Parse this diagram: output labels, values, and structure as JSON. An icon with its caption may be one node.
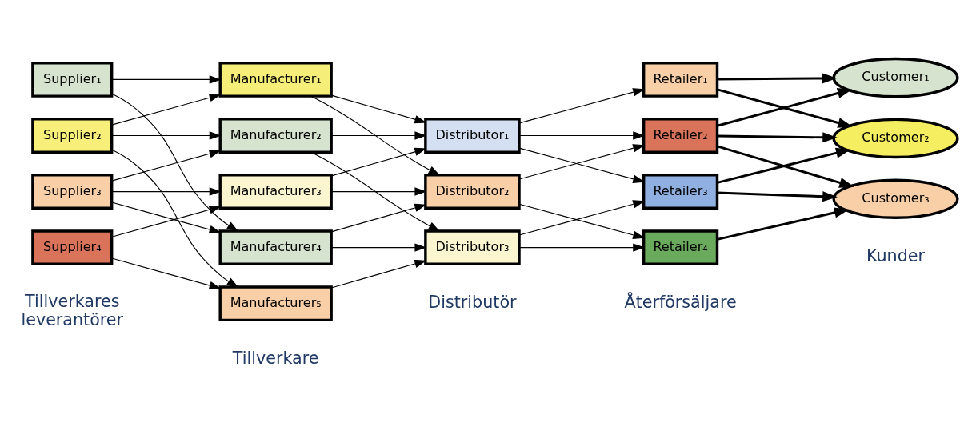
{
  "diagram": {
    "nodes": [
      {
        "text": [
          "Supplier₁"
        ]
      },
      {
        "text": [
          "Supplier₂"
        ]
      },
      {
        "text": [
          "Supplier₃"
        ]
      },
      {
        "text": [
          "Supplier₄"
        ]
      },
      {
        "text": [
          "Manufacturer₁"
        ]
      },
      {
        "text": [
          "Manufacturer₂"
        ]
      },
      {
        "text": [
          "Manufacturer₃"
        ]
      },
      {
        "text": [
          "Manufacturer₄"
        ]
      },
      {
        "text": [
          "Manufacturer₅"
        ]
      },
      {
        "text": [
          "Distributor₁"
        ]
      },
      {
        "text": [
          "Distributor₂"
        ]
      },
      {
        "text": [
          "Distributor₃"
        ]
      },
      {
        "text": [
          "Retailer₁"
        ]
      },
      {
        "text": [
          "Retailer₂"
        ]
      },
      {
        "text": [
          "Retailer₃"
        ]
      },
      {
        "text": [
          "Retailer₄"
        ]
      },
      {
        "text": [
          "Customer₁"
        ]
      },
      {
        "text": [
          "Customer₂"
        ]
      },
      {
        "text": [
          "Customer₃"
        ]
      }
    ],
    "edges": [
      {
        "from": 0,
        "to": 4,
        "arrow": "to"
      },
      {
        "from": 0,
        "to": 7,
        "arrow": "to"
      },
      {
        "from": 1,
        "to": 4,
        "arrow": "to"
      },
      {
        "from": 1,
        "to": 5,
        "arrow": "to"
      },
      {
        "from": 1,
        "to": 8,
        "arrow": "to"
      },
      {
        "from": 2,
        "to": 5,
        "arrow": "to"
      },
      {
        "from": 2,
        "to": 6,
        "arrow": "to"
      },
      {
        "from": 2,
        "to": 7,
        "arrow": "to"
      },
      {
        "from": 3,
        "to": 6,
        "arrow": "to"
      },
      {
        "from": 3,
        "to": 8,
        "arrow": "to"
      },
      {
        "from": 4,
        "to": 9,
        "arrow": "to"
      },
      {
        "from": 4,
        "to": 10,
        "arrow": "to"
      },
      {
        "from": 5,
        "to": 9,
        "arrow": "to"
      },
      {
        "from": 5,
        "to": 11,
        "arrow": "to"
      },
      {
        "from": 6,
        "to": 9,
        "arrow": "to"
      },
      {
        "from": 6,
        "to": 10,
        "arrow": "to"
      },
      {
        "from": 7,
        "to": 10,
        "arrow": "to"
      },
      {
        "from": 7,
        "to": 11,
        "arrow": "to"
      },
      {
        "from": 8,
        "to": 11,
        "arrow": "to"
      },
      {
        "from": 9,
        "to": 12,
        "arrow": "to"
      },
      {
        "from": 9,
        "to": 13,
        "arrow": "to"
      },
      {
        "from": 9,
        "to": 14,
        "arrow": "to"
      },
      {
        "from": 10,
        "to": 13,
        "arrow": "to"
      },
      {
        "from": 10,
        "to": 15,
        "arrow": "to"
      },
      {
        "from": 11,
        "to": 14,
        "arrow": "to"
      },
      {
        "from": 11,
        "to": 15,
        "arrow": "to"
      },
      {
        "from": 12,
        "to": 16,
        "arrow": "to",
        "style": "thick"
      },
      {
        "from": 12,
        "to": 17,
        "arrow": "to",
        "style": "thick"
      },
      {
        "from": 13,
        "to": 16,
        "arrow": "to",
        "style": "thick"
      },
      {
        "from": 13,
        "to": 17,
        "arrow": "to",
        "style": "thick"
      },
      {
        "from": 13,
        "to": 18,
        "arrow": "to",
        "style": "thick"
      },
      {
        "from": 14,
        "to": 17,
        "arrow": "to",
        "style": "thick"
      },
      {
        "from": 14,
        "to": 18,
        "arrow": "to",
        "style": "thick"
      },
      {
        "from": 15,
        "to": 18,
        "arrow": "to",
        "style": "thick"
      }
    ],
    "labels": [
      "Tillverkares leverantörer",
      "Tillverkare",
      "Distributör",
      "Återförsäljare",
      "Kunder"
    ]
  }
}
